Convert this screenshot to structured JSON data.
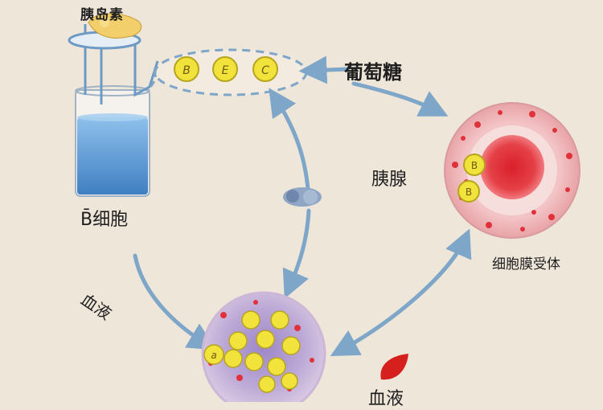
{
  "labels": {
    "top": "胰岛素",
    "glucose": "葡萄糖",
    "pancreas": "胰腺",
    "b_cell": "B̄细胞",
    "receptor": "细胞膜受体",
    "blood": "血液",
    "bottom_partial": "血液"
  },
  "markers": {
    "chain": [
      "B",
      "E",
      "C"
    ],
    "receptor": [
      "B",
      "B"
    ],
    "bottom": "a"
  },
  "colors": {
    "background": "#efe6da",
    "arrow": "#7ea6c8",
    "liquid": "#5b93cc",
    "granule": "#f1e23c",
    "granule_stroke": "#b6a51c",
    "nucleus": "#d8262a",
    "cell_ring": "#e9b5b6",
    "cell_purple": "#b9a6cf",
    "leaf": "#d6201e"
  }
}
